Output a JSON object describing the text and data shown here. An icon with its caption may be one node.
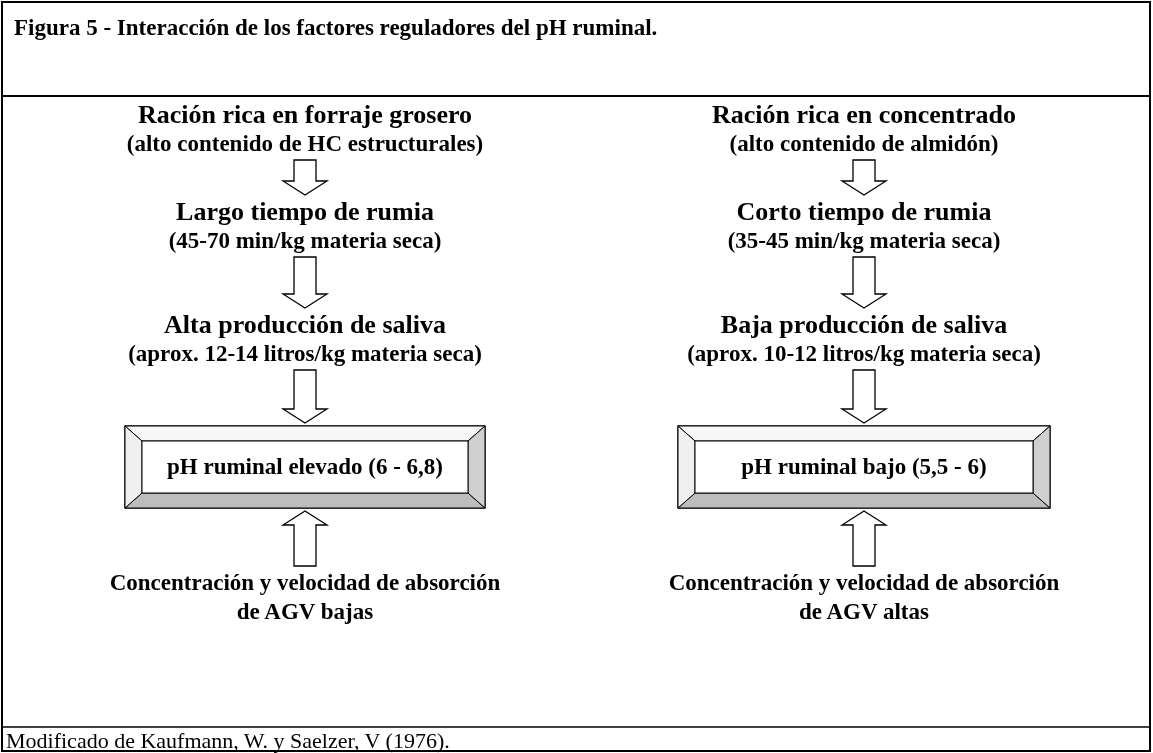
{
  "diagram": {
    "title": "Figura 5 - Interacción de los factores reguladores del pH ruminal.",
    "nodes": [
      {
        "text": [
          "Ración rica en forraje grosero",
          "(alto contenido de HC estructurales)"
        ]
      },
      {
        "text": [
          "Ración rica en concentrado",
          "(alto contenido de almidón)"
        ]
      },
      {
        "text": [
          "Largo tiempo de rumia",
          "(45-70 min/kg materia seca)"
        ]
      },
      {
        "text": [
          "Corto tiempo de rumia",
          "(35-45 min/kg materia seca)"
        ]
      },
      {
        "text": [
          "Alta producción de saliva",
          "(aprox. 12-14 litros/kg materia seca)"
        ]
      },
      {
        "text": [
          "Baja producción de saliva",
          "(aprox. 10-12 litros/kg materia seca)"
        ]
      },
      {
        "text": [
          "pH ruminal elevado (6 - 6,8)"
        ]
      },
      {
        "text": [
          "pH ruminal bajo (5,5 - 6)"
        ]
      },
      {
        "text": [
          "Concentración y velocidad de absorción de AGV bajas"
        ]
      },
      {
        "text": [
          "Concentración y velocidad de absorción de AGV altas"
        ]
      }
    ],
    "edges": [
      {
        "from": 0,
        "to": 2,
        "arrow": "to"
      },
      {
        "from": 1,
        "to": 3,
        "arrow": "to"
      },
      {
        "from": 2,
        "to": 4,
        "arrow": "to"
      },
      {
        "from": 3,
        "to": 5,
        "arrow": "to"
      },
      {
        "from": 4,
        "to": 6,
        "arrow": "to"
      },
      {
        "from": 5,
        "to": 7,
        "arrow": "to"
      },
      {
        "from": 8,
        "to": 6,
        "arrow": "to"
      },
      {
        "from": 9,
        "to": 7,
        "arrow": "to"
      }
    ],
    "caption": "Modificado de Kaufmann, W. y Saelzer, V (1976)."
  }
}
